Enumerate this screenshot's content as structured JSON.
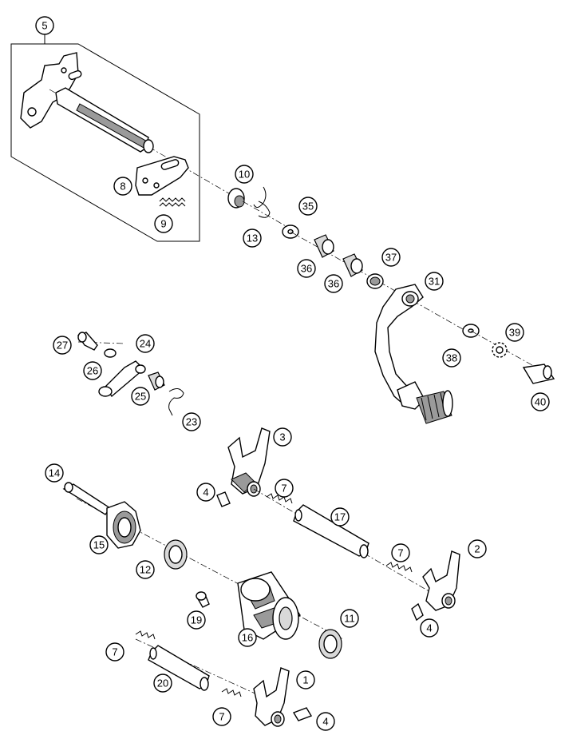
{
  "callouts": [
    {
      "id": "c1",
      "label": "1"
    },
    {
      "id": "c2",
      "label": "2"
    },
    {
      "id": "c3",
      "label": "3"
    },
    {
      "id": "c4a",
      "label": "4"
    },
    {
      "id": "c4b",
      "label": "4"
    },
    {
      "id": "c4c",
      "label": "4"
    },
    {
      "id": "c5",
      "label": "5"
    },
    {
      "id": "c7a",
      "label": "7"
    },
    {
      "id": "c7b",
      "label": "7"
    },
    {
      "id": "c7c",
      "label": "7"
    },
    {
      "id": "c7d",
      "label": "7"
    },
    {
      "id": "c8",
      "label": "8"
    },
    {
      "id": "c9",
      "label": "9"
    },
    {
      "id": "c10",
      "label": "10"
    },
    {
      "id": "c11",
      "label": "11"
    },
    {
      "id": "c12",
      "label": "12"
    },
    {
      "id": "c13",
      "label": "13"
    },
    {
      "id": "c14",
      "label": "14"
    },
    {
      "id": "c15",
      "label": "15"
    },
    {
      "id": "c16",
      "label": "16"
    },
    {
      "id": "c17",
      "label": "17"
    },
    {
      "id": "c19",
      "label": "19"
    },
    {
      "id": "c20",
      "label": "20"
    },
    {
      "id": "c23",
      "label": "23"
    },
    {
      "id": "c24",
      "label": "24"
    },
    {
      "id": "c25",
      "label": "25"
    },
    {
      "id": "c26",
      "label": "26"
    },
    {
      "id": "c27",
      "label": "27"
    },
    {
      "id": "c31",
      "label": "31"
    },
    {
      "id": "c35",
      "label": "35"
    },
    {
      "id": "c36a",
      "label": "36"
    },
    {
      "id": "c36b",
      "label": "36"
    },
    {
      "id": "c37",
      "label": "37"
    },
    {
      "id": "c38",
      "label": "38"
    },
    {
      "id": "c39",
      "label": "39"
    },
    {
      "id": "c40",
      "label": "40"
    }
  ]
}
